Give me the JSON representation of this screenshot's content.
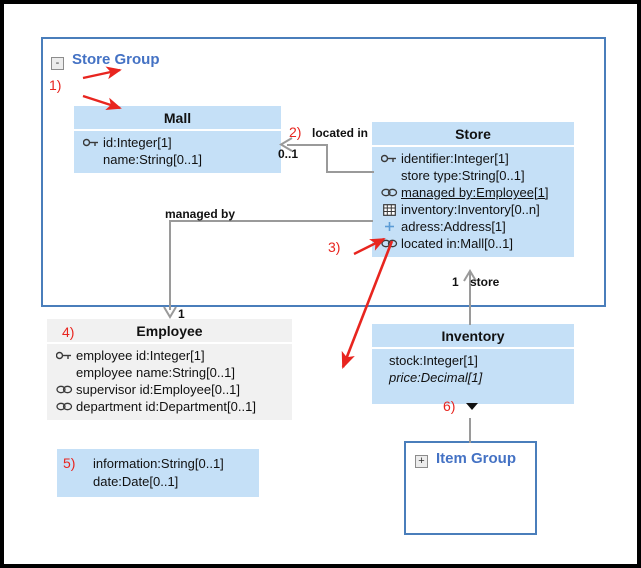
{
  "diagram": {
    "title": "Store Group package UML class diagram",
    "colors": {
      "class_blue": "#c5e0f7",
      "class_gray": "#f1f1f1",
      "package_border": "#4a7ebb",
      "package_title": "#4472c4",
      "annotation_red": "#e8251f",
      "connector_gray": "#9a9a9a"
    }
  },
  "package": {
    "name": "Store Group",
    "expander": "-"
  },
  "classes": {
    "mall": {
      "name": "Mall",
      "attributes": [
        {
          "icon": "key-icon",
          "text": "id:Integer[1]"
        },
        {
          "icon": "none",
          "text": "name:String[0..1]"
        }
      ]
    },
    "store": {
      "name": "Store",
      "attributes": [
        {
          "icon": "key-icon",
          "text": "identifier:Integer[1]"
        },
        {
          "icon": "none",
          "text": "store type:String[0..1]"
        },
        {
          "icon": "link-icon",
          "text": "managed by:Employee[1]",
          "underline": true
        },
        {
          "icon": "table-icon",
          "text": "inventory:Inventory[0..n]"
        },
        {
          "icon": "plus-icon",
          "text": "adress:Address[1]"
        },
        {
          "icon": "link-icon",
          "text": "located in:Mall[0..1]"
        }
      ]
    },
    "employee": {
      "name": "Employee",
      "attributes": [
        {
          "icon": "key-icon",
          "text": "employee id:Integer[1]"
        },
        {
          "icon": "none",
          "text": "employee name:String[0..1]"
        },
        {
          "icon": "link-icon",
          "text": "supervisor id:Employee[0..1]"
        },
        {
          "icon": "link-icon",
          "text": "department id:Department[0..1]"
        }
      ]
    },
    "inventory": {
      "name": "Inventory",
      "attributes": [
        {
          "icon": "none",
          "text": "stock:Integer[1]"
        },
        {
          "icon": "none",
          "text": "price:Decimal[1]",
          "italic": true
        }
      ]
    },
    "item_group": {
      "name": "Item Group",
      "expander": "+"
    }
  },
  "note_box": {
    "lines": [
      "information:String[0..1]",
      "date:Date[0..1]"
    ]
  },
  "associations": {
    "located_in": {
      "label": "located in",
      "multiplicity": "0..1"
    },
    "managed_by": {
      "label": "managed by",
      "multiplicity": "1"
    },
    "store_inventory": {
      "multiplicity": "1",
      "role": "store"
    }
  },
  "annotations": [
    {
      "id": "a1",
      "label": "1)"
    },
    {
      "id": "a2",
      "label": "2)"
    },
    {
      "id": "a3",
      "label": "3)"
    },
    {
      "id": "a4",
      "label": "4)"
    },
    {
      "id": "a5",
      "label": "5)"
    },
    {
      "id": "a6",
      "label": "6)"
    }
  ]
}
